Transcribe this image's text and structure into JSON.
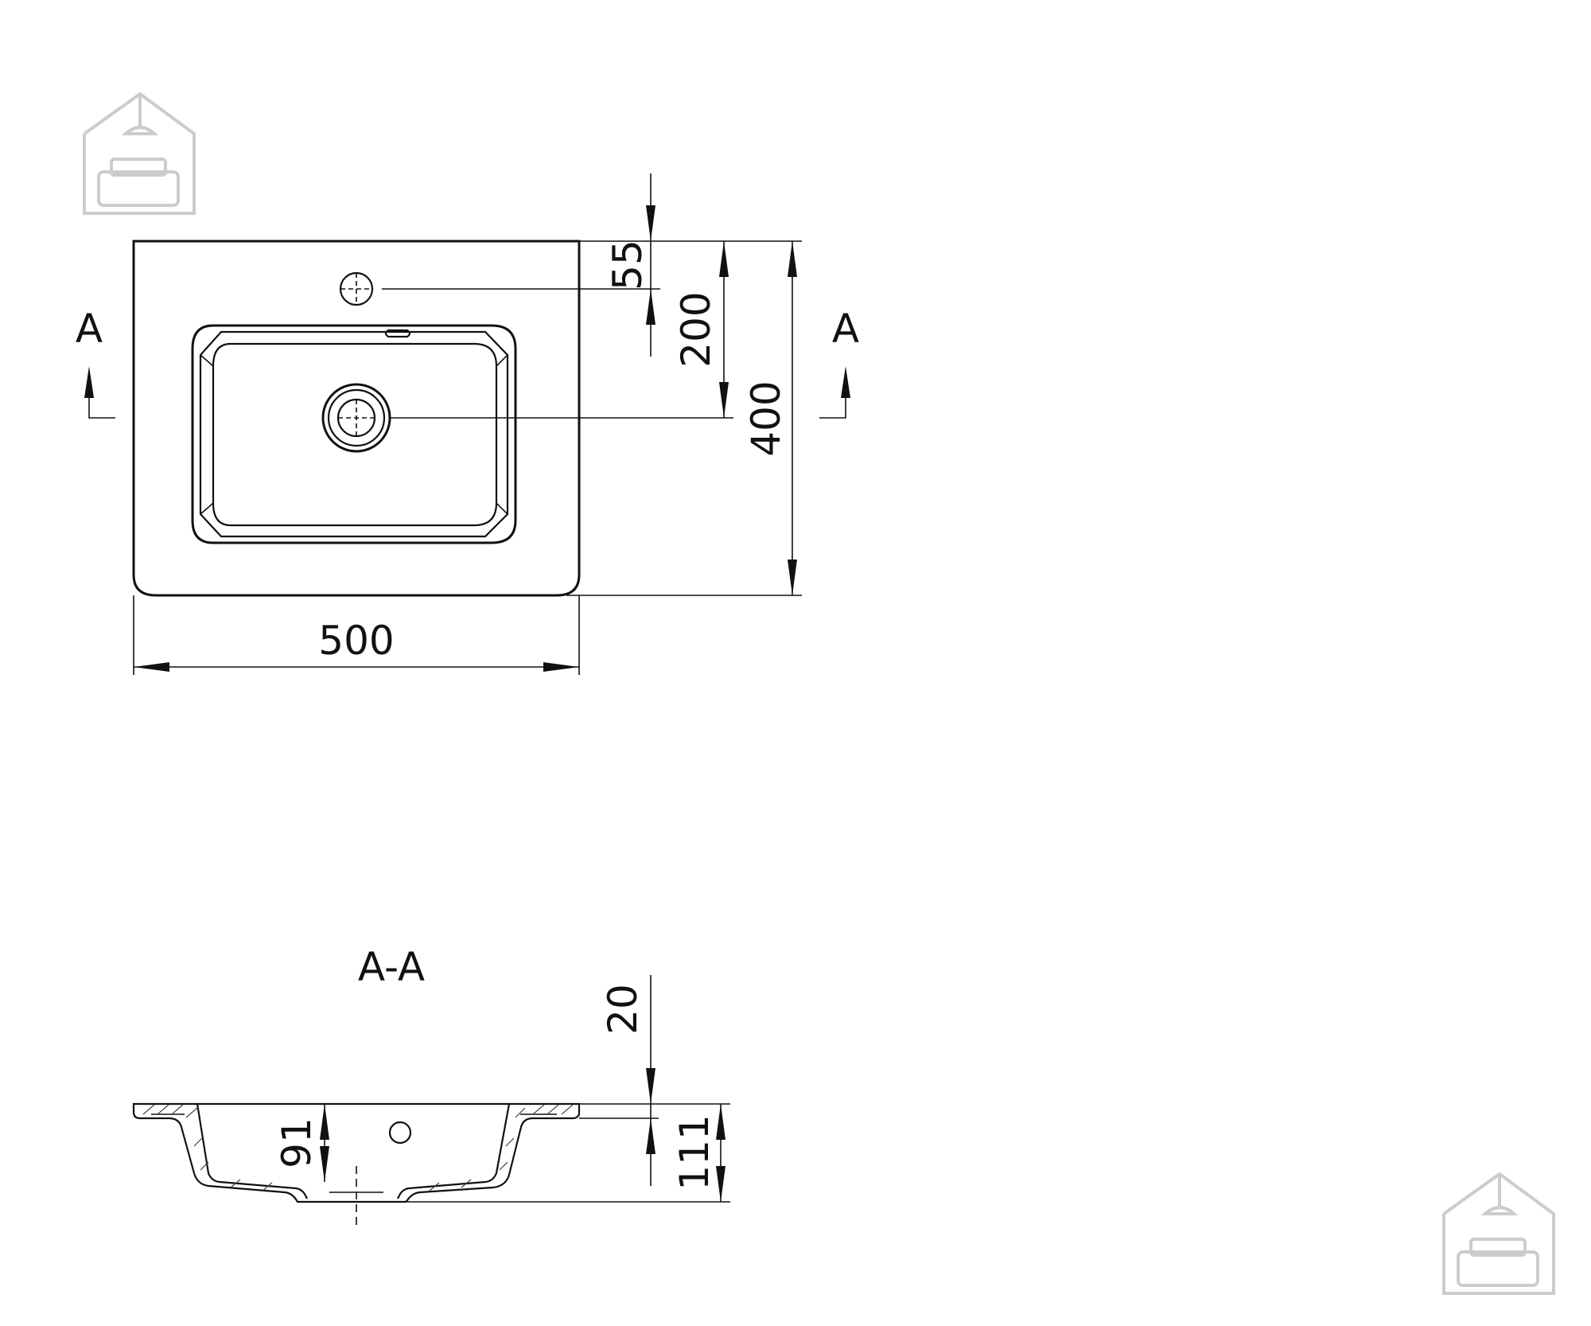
{
  "view_labels": {
    "section_left": "A",
    "section_right": "A",
    "section_title": "A-A"
  },
  "dimensions": {
    "width": "500",
    "depth": "400",
    "drain_offset": "200",
    "tap_hole_offset": "55",
    "rim_thickness": "20",
    "bowl_depth": "91",
    "total_height": "111"
  },
  "icons": {
    "top_left": "house-logo-icon",
    "bottom_right": "house-logo-icon"
  },
  "colors": {
    "line": "#111111",
    "logo": "#cccccc",
    "background": "#ffffff"
  }
}
